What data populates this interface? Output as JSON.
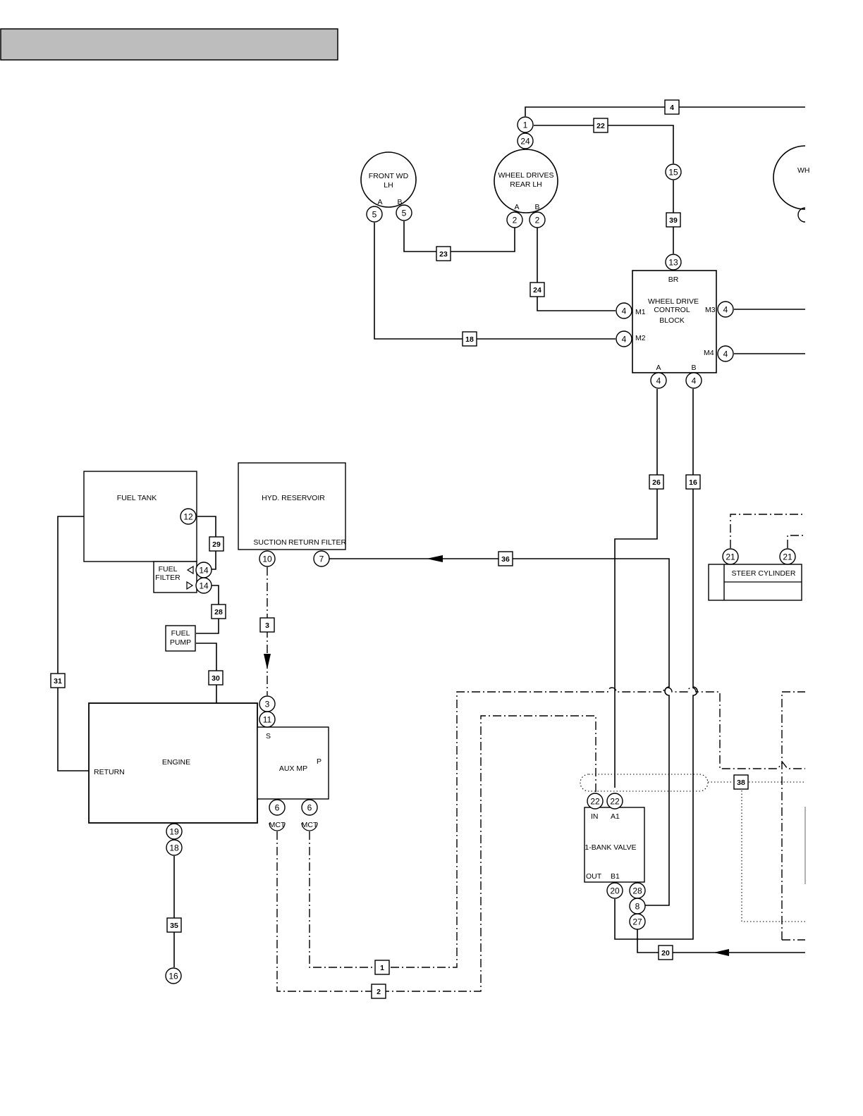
{
  "header": {
    "title": "",
    "bar_color": "#bdbdbd"
  },
  "components": {
    "front_wd": {
      "line1": "FRONT WD",
      "line2": "LH",
      "port_a": "A",
      "port_b": "B"
    },
    "wheel_drives_rear": {
      "line1": "WHEEL DRIVES",
      "line2": "REAR LH",
      "port_a": "A",
      "port_b": "B"
    },
    "wheel_drive_partial": {
      "text": "WH"
    },
    "control_block": {
      "line1": "WHEEL DRIVE",
      "line2": "CONTROL",
      "line3": "BLOCK",
      "br": "BR",
      "m1": "M1",
      "m2": "M2",
      "m3": "M3",
      "m4": "M4",
      "a": "A",
      "b": "B"
    },
    "fuel_tank": {
      "label": "FUEL TANK"
    },
    "fuel_filter": {
      "line1": "FUEL",
      "line2": "FILTER"
    },
    "fuel_pump": {
      "line1": "FUEL",
      "line2": "PUMP"
    },
    "hyd_reservoir": {
      "label": "HYD. RESERVOIR",
      "suction": "SUCTION",
      "return_filter": "RETURN FILTER"
    },
    "engine": {
      "label": "ENGINE",
      "return": "RETURN"
    },
    "aux_mp": {
      "label": "AUX MP",
      "s": "S",
      "p": "P",
      "mct1": "MCT",
      "mct2": "MCT"
    },
    "steer_cylinder": {
      "label": "STEER CYLINDER"
    },
    "bank_valve": {
      "label": "1-BANK VALVE",
      "in": "IN",
      "a1": "A1",
      "out": "OUT",
      "b1": "B1"
    }
  },
  "fittings": [
    "1",
    "24",
    "5",
    "5",
    "2",
    "2",
    "15",
    "13",
    "4",
    "4",
    "4",
    "4",
    "4",
    "4",
    "12",
    "14",
    "14",
    "10",
    "7",
    "3",
    "11",
    "6",
    "6",
    "19",
    "18",
    "16",
    "21",
    "21",
    "22",
    "22",
    "20",
    "28",
    "8",
    "27"
  ],
  "hoses": [
    "4",
    "22",
    "39",
    "23",
    "24",
    "18",
    "26",
    "16",
    "29",
    "28",
    "30",
    "31",
    "3",
    "36",
    "35",
    "1",
    "2",
    "38",
    "20"
  ]
}
